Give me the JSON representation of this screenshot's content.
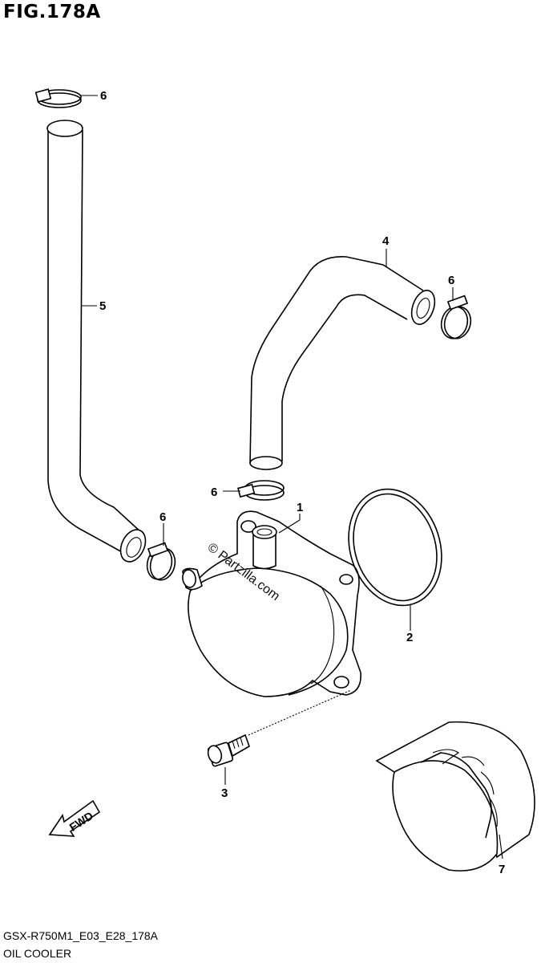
{
  "figure_title": "FIG.178A",
  "watermark": "© Partzilla.com",
  "fwd_arrow_text": "FWD",
  "callouts": {
    "oil_cooler": "1",
    "o_ring": "2",
    "bolt": "3",
    "hose_upper": "4",
    "hose_left": "5",
    "clamp": "6",
    "oil_filter": "7"
  },
  "footer": {
    "model_code": "GSX-R750M1_E03_E28_178A",
    "section_name": "OIL COOLER"
  }
}
